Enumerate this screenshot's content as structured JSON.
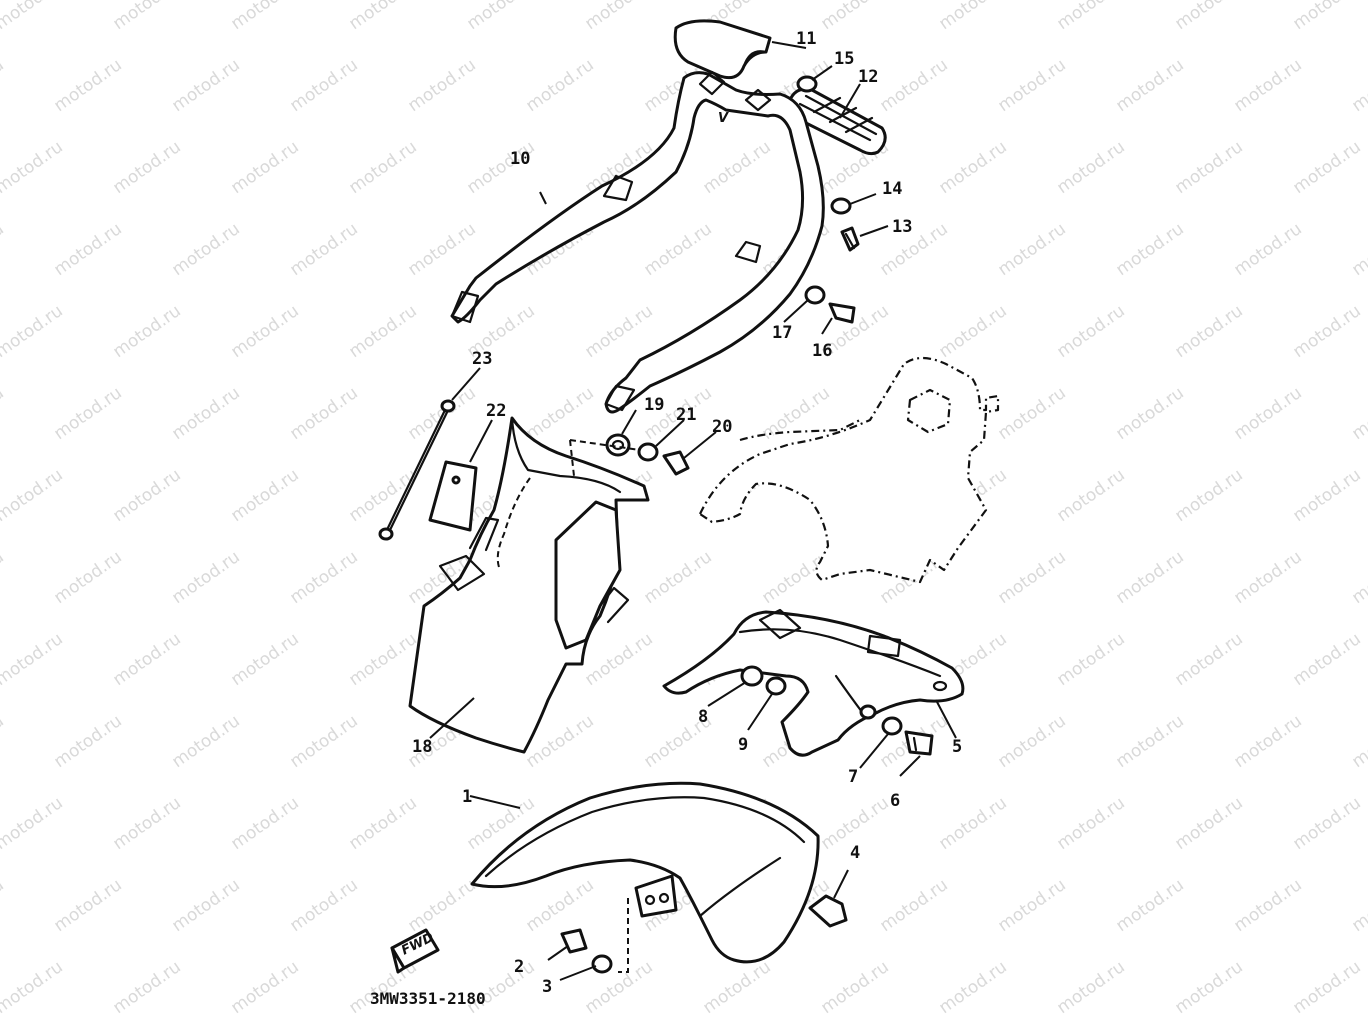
{
  "diagram": {
    "watermark_text": "motod.ru",
    "drawing_code": "3MW3351-2180",
    "fwd_label": "FWD",
    "callouts": [
      {
        "id": "c1",
        "label": "1"
      },
      {
        "id": "c2",
        "label": "2"
      },
      {
        "id": "c3",
        "label": "3"
      },
      {
        "id": "c4",
        "label": "4"
      },
      {
        "id": "c5",
        "label": "5"
      },
      {
        "id": "c6",
        "label": "6"
      },
      {
        "id": "c7",
        "label": "7"
      },
      {
        "id": "c8",
        "label": "8"
      },
      {
        "id": "c9",
        "label": "9"
      },
      {
        "id": "c10",
        "label": "10"
      },
      {
        "id": "c11",
        "label": "11"
      },
      {
        "id": "c12",
        "label": "12"
      },
      {
        "id": "c13",
        "label": "13"
      },
      {
        "id": "c14",
        "label": "14"
      },
      {
        "id": "c15",
        "label": "15"
      },
      {
        "id": "c16",
        "label": "16"
      },
      {
        "id": "c17",
        "label": "17"
      },
      {
        "id": "c18",
        "label": "18"
      },
      {
        "id": "c19",
        "label": "19"
      },
      {
        "id": "c20",
        "label": "20"
      },
      {
        "id": "c21",
        "label": "21"
      },
      {
        "id": "c22",
        "label": "22"
      },
      {
        "id": "c23",
        "label": "23"
      }
    ]
  }
}
